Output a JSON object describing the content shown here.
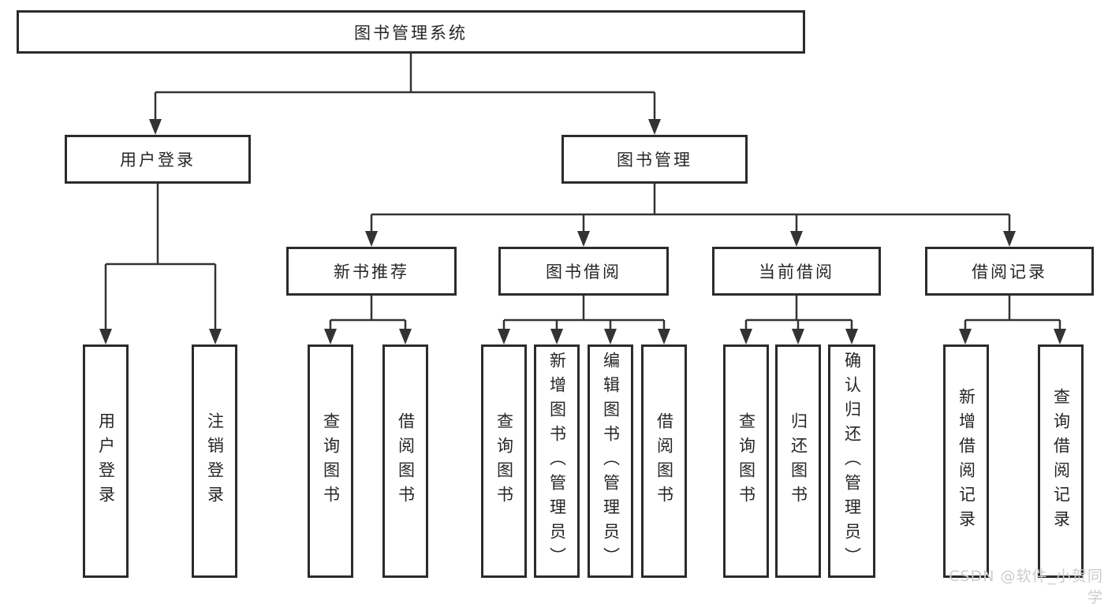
{
  "diagram": {
    "type": "hierarchy-tree",
    "colors": {
      "line": "#333333",
      "box_border": "#2b2b2b",
      "box_background": "#ffffff",
      "text": "#262626",
      "watermark": "#cccccc"
    },
    "nodes": {
      "root": {
        "label": "图书管理系统"
      },
      "level2": [
        {
          "label": "用户登录",
          "parent": "图书管理系统"
        },
        {
          "label": "图书管理",
          "parent": "图书管理系统"
        }
      ],
      "level3": [
        {
          "label": "新书推荐",
          "parent": "图书管理"
        },
        {
          "label": "图书借阅",
          "parent": "图书管理"
        },
        {
          "label": "当前借阅",
          "parent": "图书管理"
        },
        {
          "label": "借阅记录",
          "parent": "图书管理"
        }
      ],
      "leaves": [
        {
          "label": "用户登录",
          "parent": "用户登录"
        },
        {
          "label": "注销登录",
          "parent": "用户登录"
        },
        {
          "label": "查询图书",
          "parent": "新书推荐"
        },
        {
          "label": "借阅图书",
          "parent": "新书推荐"
        },
        {
          "label": "查询图书",
          "parent": "图书借阅"
        },
        {
          "label": "新增图书（管理员）",
          "parent": "图书借阅"
        },
        {
          "label": "编辑图书（管理员）",
          "parent": "图书借阅"
        },
        {
          "label": "借阅图书",
          "parent": "图书借阅"
        },
        {
          "label": "查询图书",
          "parent": "当前借阅"
        },
        {
          "label": "归还图书",
          "parent": "当前借阅"
        },
        {
          "label": "确认归还（管理员）",
          "parent": "当前借阅"
        },
        {
          "label": "新增借阅记录",
          "parent": "借阅记录"
        },
        {
          "label": "查询借阅记录",
          "parent": "借阅记录"
        }
      ]
    },
    "watermark": "CSDN @软件_小贺同学"
  }
}
